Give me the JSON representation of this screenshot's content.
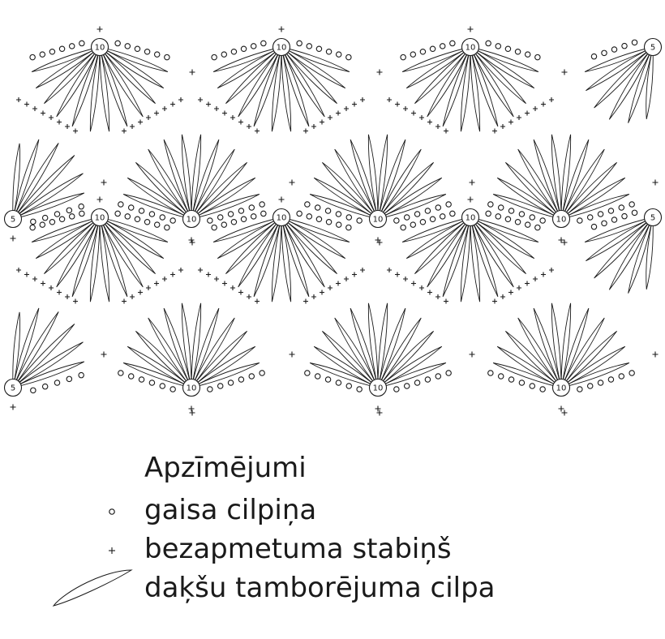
{
  "diagram": {
    "node_labels": {
      "full": "10",
      "half": "5"
    },
    "colors": {
      "ink": "#1a1a1a",
      "background": "#ffffff"
    }
  },
  "legend": {
    "title": "Apzīmējumi",
    "items": [
      {
        "symbol": "chain-circle-icon",
        "label": "gaisa cilpiņa"
      },
      {
        "symbol": "plus-icon",
        "label": "bezapmetuma stabiņš"
      },
      {
        "symbol": "petal-loop-icon",
        "label": "daķšu tamborējuma cilpa"
      }
    ]
  }
}
